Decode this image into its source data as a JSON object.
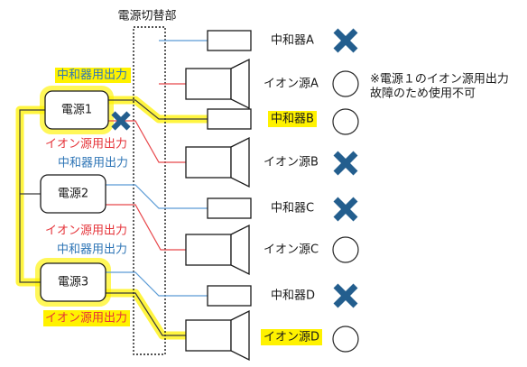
{
  "title": "電源切替部",
  "power_supplies": [
    {
      "label": "電源1",
      "highlighted": true
    },
    {
      "label": "電源2",
      "highlighted": false
    },
    {
      "label": "電源3",
      "highlighted": true
    }
  ],
  "output_labels": [
    {
      "text": "中和器用出力",
      "highlighted": true
    },
    {
      "text": "イオン源用出力",
      "highlighted": false
    },
    {
      "text": "中和器用出力",
      "highlighted": false
    },
    {
      "text": "イオン源用出力",
      "highlighted": false
    },
    {
      "text": "中和器用出力",
      "highlighted": false
    },
    {
      "text": "イオン源用出力",
      "highlighted": true
    }
  ],
  "devices": [
    {
      "label": "中和器A",
      "status": "cross-icon",
      "highlighted": false
    },
    {
      "label": "イオン源A",
      "status": "circle-icon",
      "highlighted": false
    },
    {
      "label": "中和器B",
      "status": "circle-icon",
      "highlighted": true
    },
    {
      "label": "イオン源B",
      "status": "cross-icon",
      "highlighted": false
    },
    {
      "label": "中和器C",
      "status": "cross-icon",
      "highlighted": false
    },
    {
      "label": "イオン源C",
      "status": "circle-icon",
      "highlighted": false
    },
    {
      "label": "中和器D",
      "status": "cross-icon",
      "highlighted": false
    },
    {
      "label": "イオン源D",
      "status": "circle-icon",
      "highlighted": true
    }
  ],
  "failed_output_marker": "cross-icon",
  "note": [
    "※電源１のイオン源用出力",
    "故障のため使用不可"
  ],
  "colors": {
    "neutralizer_line": "#5B9BD5",
    "neutralizer_text": "#2E75B6",
    "ion_line": "#E8474B",
    "ion_text": "#E53238",
    "highlight": "#FFF200",
    "cross": "#235E8E"
  }
}
